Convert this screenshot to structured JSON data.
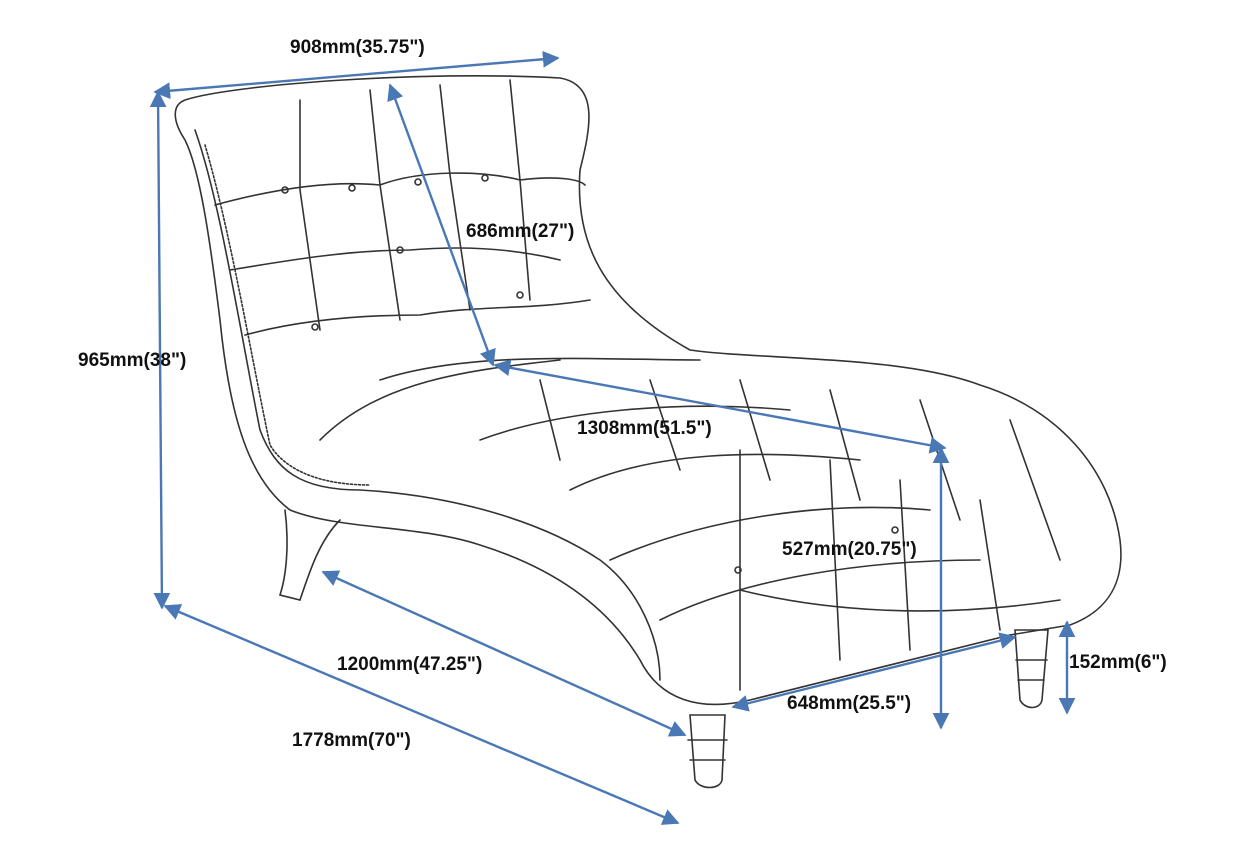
{
  "colors": {
    "dimension_line": "#4a78b5",
    "sketch": "#333333",
    "text": "#111111"
  },
  "dimensions": {
    "back_width": "908mm(35.75\")",
    "overall_height": "965mm(38\")",
    "back_height": "686mm(27\")",
    "seat_length": "1308mm(51.5\")",
    "seat_height": "527mm(20.75\")",
    "leg_height": "152mm(6\")",
    "front_width": "648mm(25.5\")",
    "base_length": "1200mm(47.25\")",
    "overall_length": "1778mm(70\")"
  }
}
